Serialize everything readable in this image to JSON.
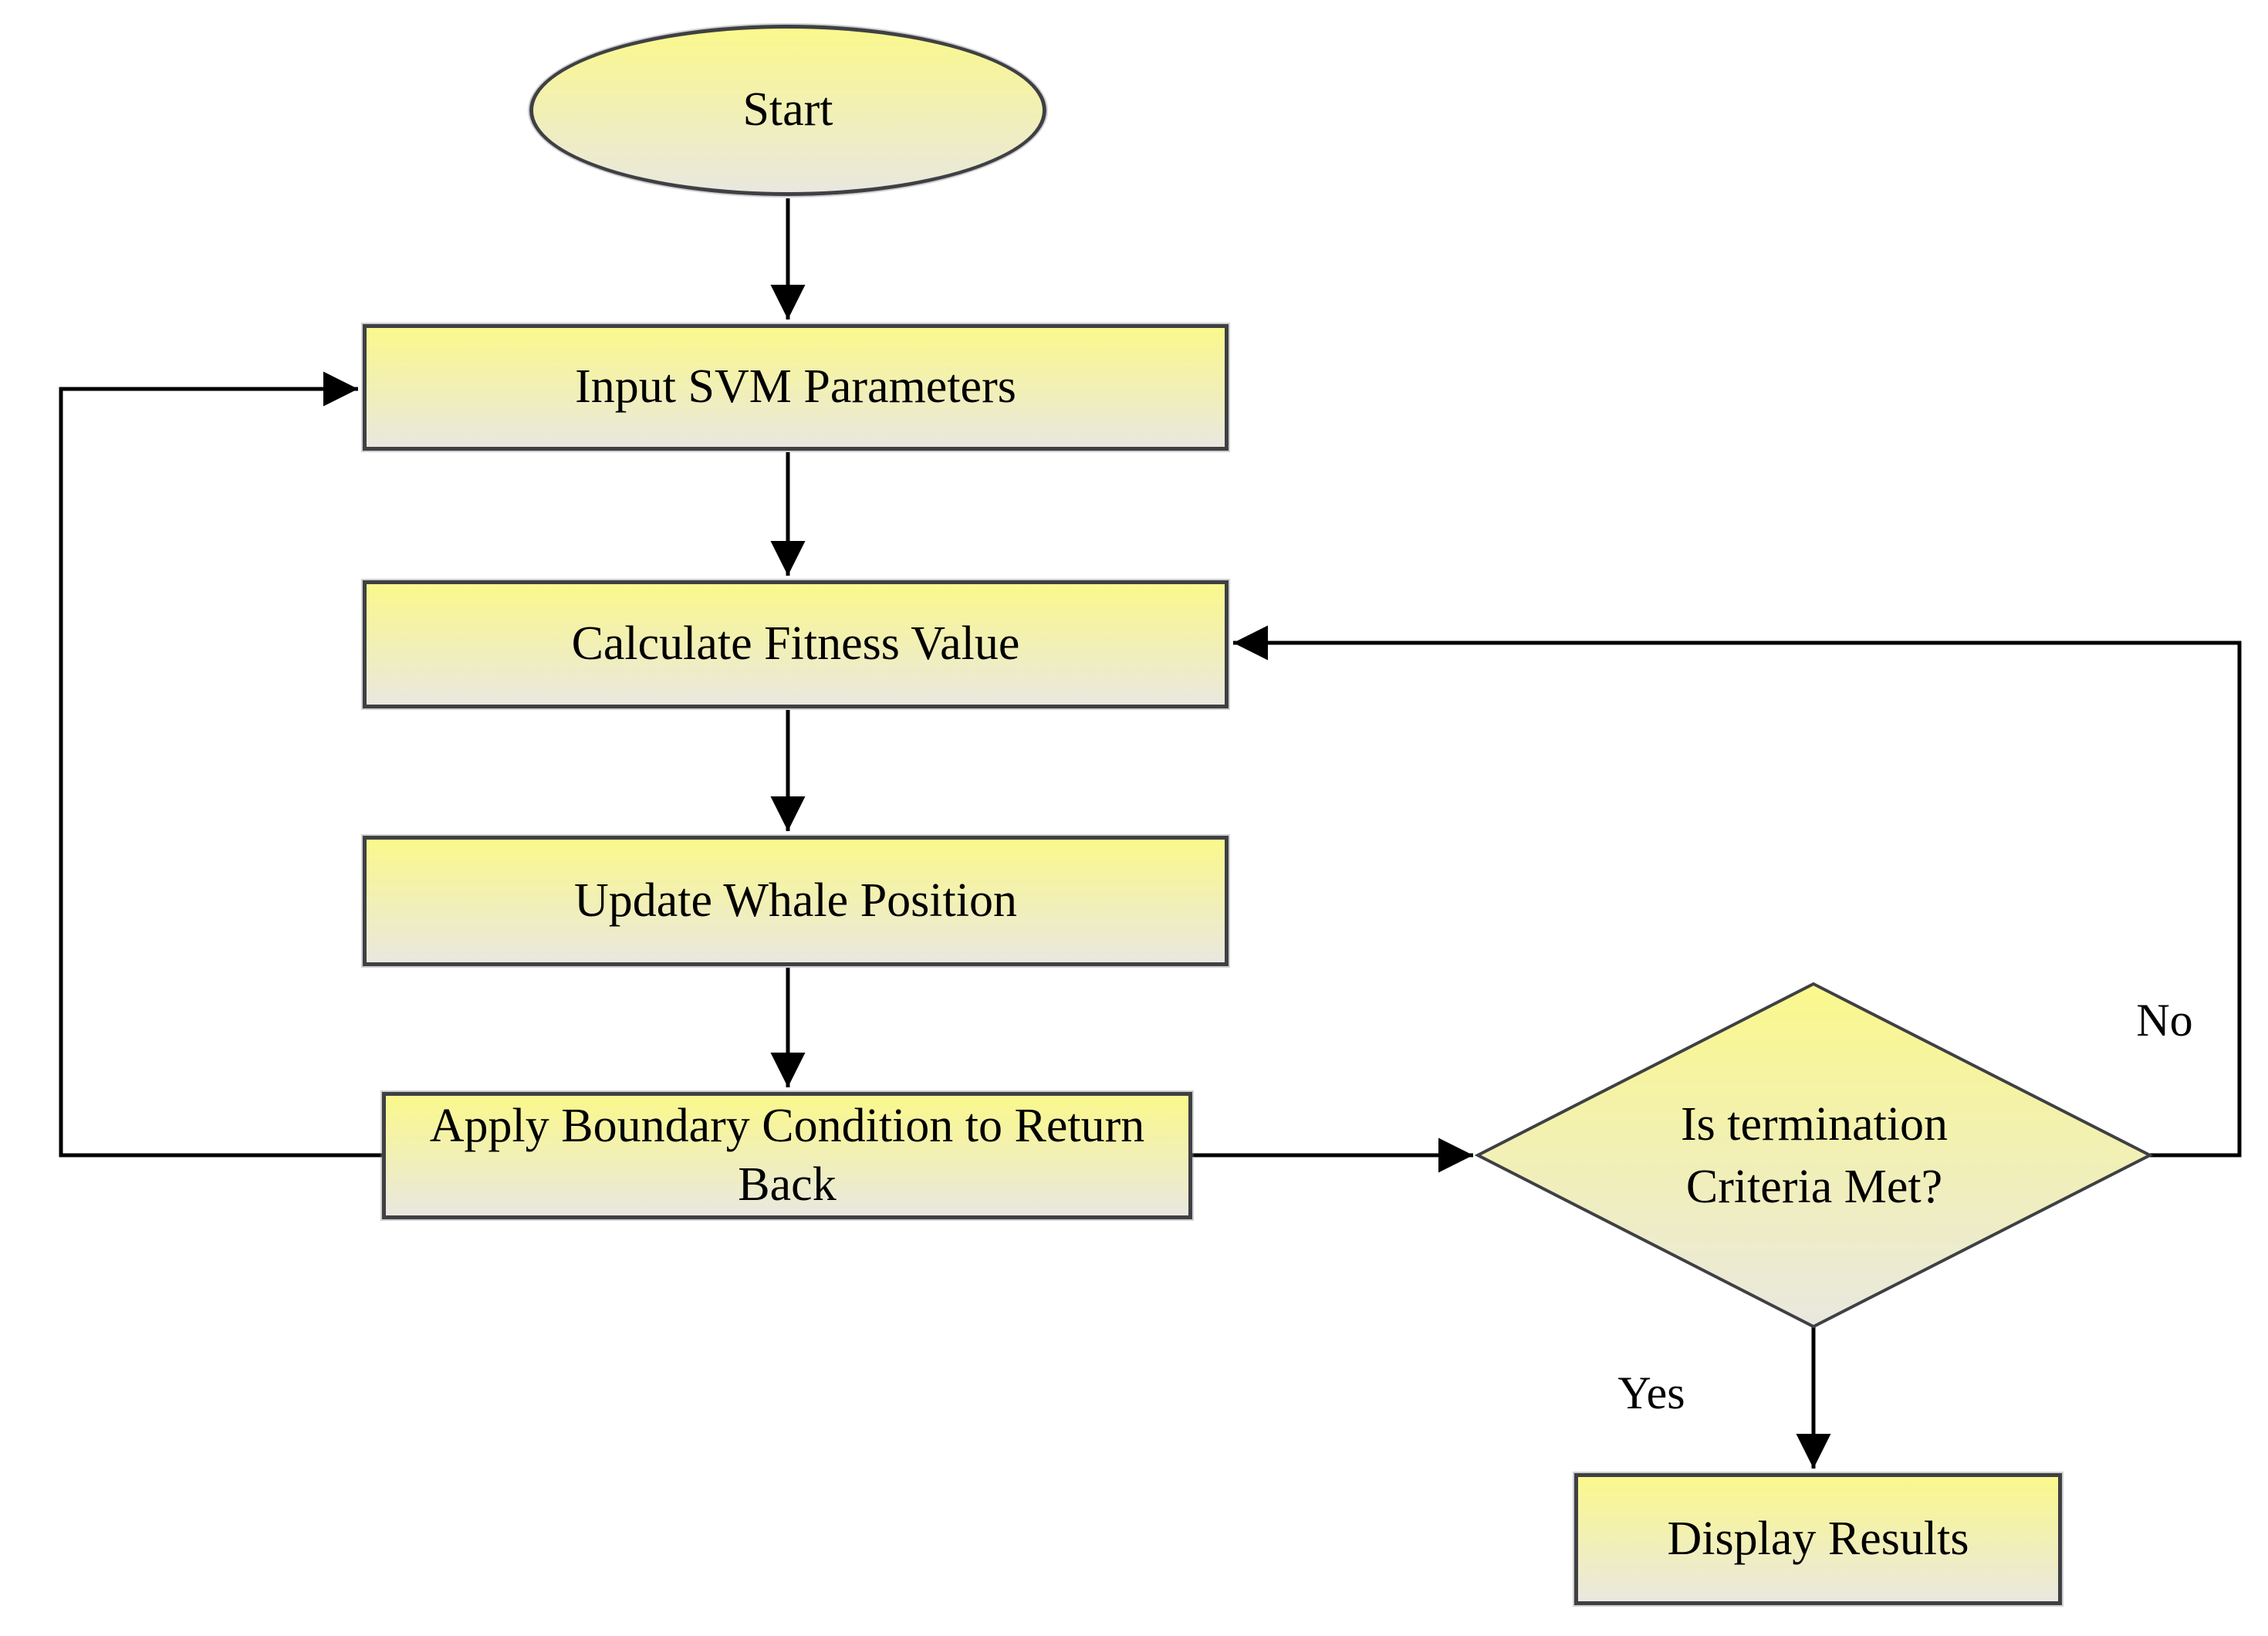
{
  "flowchart": {
    "nodes": {
      "start": {
        "shape": "terminator",
        "label": "Start"
      },
      "input_svm": {
        "shape": "process",
        "label": "Input SVM Parameters"
      },
      "calc_fitness": {
        "shape": "process",
        "label": "Calculate Fitness Value"
      },
      "update_whale": {
        "shape": "process",
        "label": "Update Whale Position"
      },
      "apply_boundary": {
        "shape": "process",
        "label": "Apply Boundary Condition to Return Back"
      },
      "termination": {
        "shape": "decision",
        "label": "Is termination Criteria Met?",
        "label_lines": [
          "Is termination",
          "Criteria Met?"
        ]
      },
      "display_results": {
        "shape": "process",
        "label": "Display Results"
      }
    },
    "edges": [
      {
        "from": "start",
        "to": "input_svm",
        "label": ""
      },
      {
        "from": "input_svm",
        "to": "calc_fitness",
        "label": ""
      },
      {
        "from": "calc_fitness",
        "to": "update_whale",
        "label": ""
      },
      {
        "from": "update_whale",
        "to": "apply_boundary",
        "label": ""
      },
      {
        "from": "apply_boundary",
        "to": "termination",
        "label": ""
      },
      {
        "from": "apply_boundary",
        "to": "input_svm",
        "label": ""
      },
      {
        "from": "termination",
        "to": "calc_fitness",
        "label": "No"
      },
      {
        "from": "termination",
        "to": "display_results",
        "label": "Yes"
      }
    ],
    "edge_labels": {
      "no": "No",
      "yes": "Yes"
    },
    "colors": {
      "node_fill_top": "#faf88c",
      "node_fill_bottom": "#e9e8df",
      "node_border": "#3e4044",
      "connector": "#000000",
      "text": "#000000",
      "background": "#ffffff"
    }
  }
}
